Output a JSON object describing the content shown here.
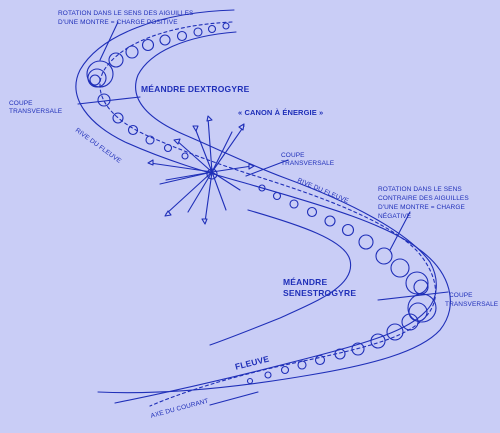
{
  "labels": {
    "rotation_top_line1": "ROTATION DANS LE SENS DES AIGUILLES",
    "rotation_top_line2": "D'UNE MONTRE = CHARGE POSITIVE",
    "meandre_dextrogyre": "MÉANDRE DEXTROGYRE",
    "coupe_left_line1": "COUPE",
    "coupe_left_line2": "TRANSVERSALE",
    "canon": "« CANON À ÉNERGIE »",
    "rive_left": "RIVE DU FLEUVE",
    "coupe_mid_line1": "COUPE",
    "coupe_mid_line2": "TRANSVERSALE",
    "rive_right": "RIVE DU FLEUVE",
    "rotation_right_line1": "ROTATION DANS LE SENS",
    "rotation_right_line2": "CONTRAIRE DES AIGUILLES",
    "rotation_right_line3": "D'UNE MONTRE = CHARGE",
    "rotation_right_line4": "NÉGATIVE",
    "meandre_senestrogyre_line1": "MÉANDRE",
    "meandre_senestrogyre_line2": "SENESTROGYRE",
    "coupe_right_line1": "COUPE",
    "coupe_right_line2": "TRANSVERSALE",
    "fleuve": "FLEUVE",
    "axe": "AXE DU COURANT"
  },
  "colors": {
    "background": "#c9cdf6",
    "ink": "#1f2fb8"
  }
}
